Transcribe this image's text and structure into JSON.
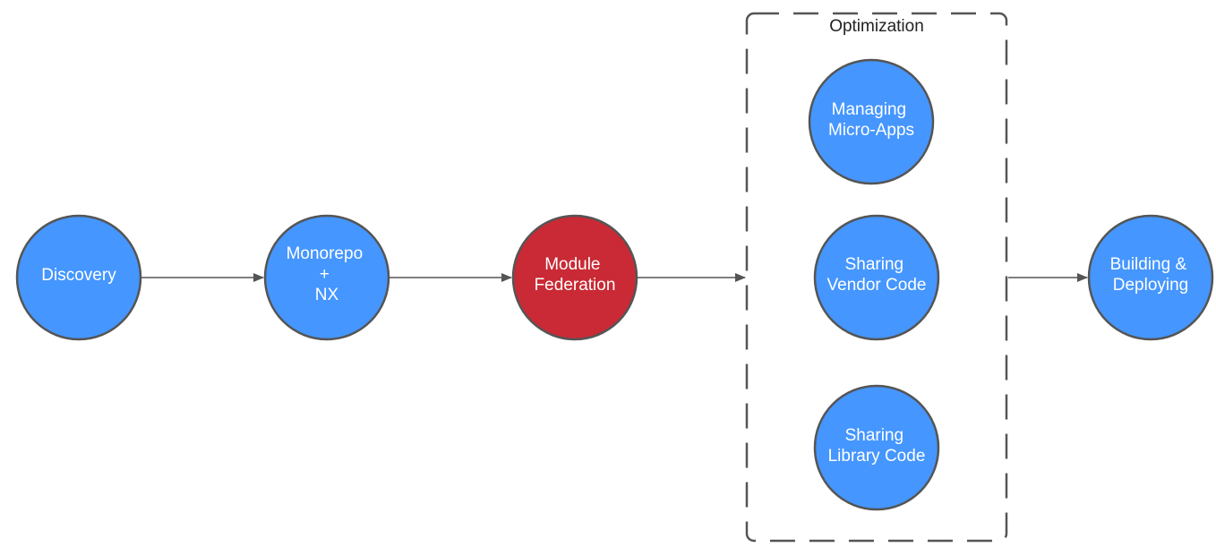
{
  "colors": {
    "node_default": "#4596ff",
    "node_highlight": "#c92a35",
    "stroke": "#555555",
    "group_border": "#555555",
    "label_text": "#ffffff",
    "group_title_text": "#222222"
  },
  "group": {
    "title": "Optimization"
  },
  "nodes": {
    "discovery": {
      "lines": [
        "Discovery"
      ]
    },
    "monorepo": {
      "lines": [
        "Monorepo",
        "+",
        "NX"
      ]
    },
    "module_federation": {
      "lines": [
        "Module",
        "Federation"
      ]
    },
    "managing_micro_apps": {
      "lines": [
        "Managing",
        "Micro-Apps"
      ]
    },
    "sharing_vendor_code": {
      "lines": [
        "Sharing",
        "Vendor Code"
      ]
    },
    "sharing_library_code": {
      "lines": [
        "Sharing",
        "Library Code"
      ]
    },
    "building_deploying": {
      "lines": [
        "Building &",
        "Deploying"
      ]
    }
  },
  "edges": [
    {
      "from": "Discovery",
      "to": "Monorepo + NX"
    },
    {
      "from": "Monorepo + NX",
      "to": "Module Federation"
    },
    {
      "from": "Module Federation",
      "to": "Optimization"
    },
    {
      "from": "Optimization",
      "to": "Building & Deploying"
    }
  ]
}
